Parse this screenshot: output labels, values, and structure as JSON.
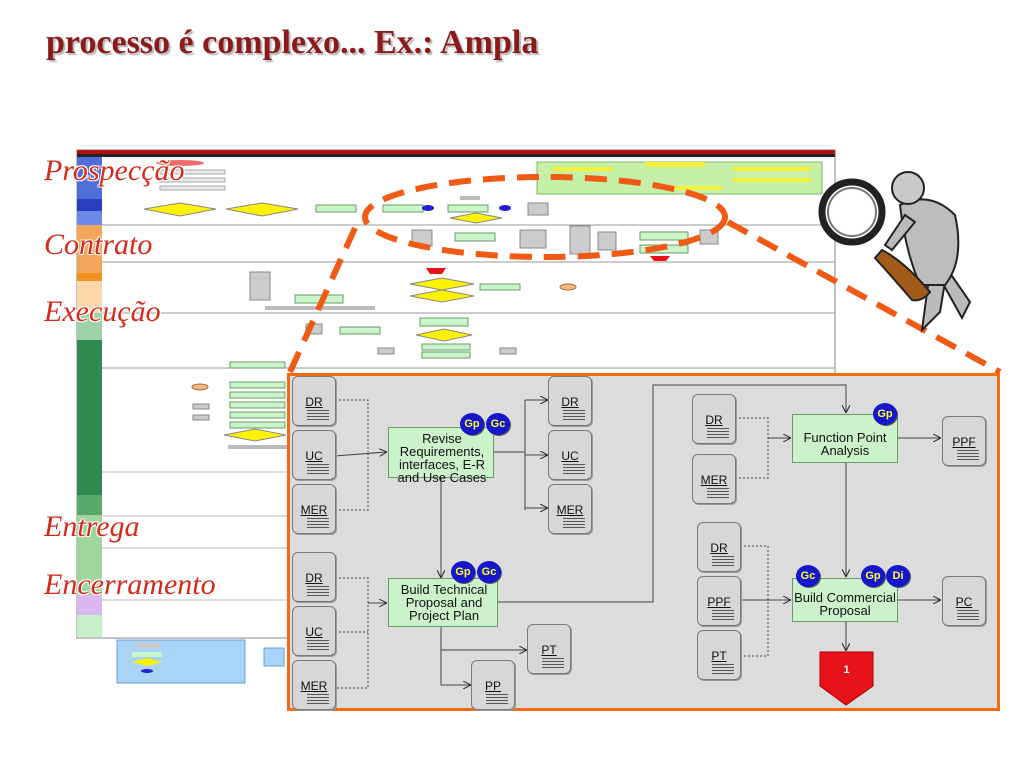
{
  "title": "processo é complexo... Ex.: Ampla",
  "phases": [
    "Prospecção",
    "Contrato",
    "Execução",
    "Entrega",
    "Encerramento"
  ],
  "detail": {
    "col1": [
      "DR",
      "UC",
      "MER"
    ],
    "col1b": [
      "DR",
      "UC",
      "MER"
    ],
    "col2": [
      "DR",
      "UC",
      "MER"
    ],
    "col3": [
      "DR",
      "MER"
    ],
    "col3b": [
      "DR",
      "PPF",
      "PT"
    ],
    "revise": "Revise Requirements, interfaces, E-R and Use Cases",
    "build_tech": "Build Technical Proposal and Project Plan",
    "fpa": "Function Point Analysis",
    "build_comm": "Build Commercial Proposal",
    "pt": "PT",
    "pp": "PP",
    "ppf": "PPF",
    "pc": "PC",
    "end_marker": "1",
    "badges": {
      "revise": [
        "Gp",
        "Gc"
      ],
      "build_tech": [
        "Gp",
        "Gc"
      ],
      "fpa": [
        "Gp"
      ],
      "build_comm": [
        "Gc",
        "Gp",
        "Di"
      ]
    }
  },
  "colors": {
    "title": "#8b1a1a",
    "phase": "#d42a1a",
    "detail_border": "#f26a11",
    "detail_bg": "#dcdcdc",
    "process_fill": "#ccf2cc",
    "badge_fill": "#1616cc",
    "badge_text": "#ffff33",
    "end_marker": "#e8121b"
  },
  "icons": [
    "magnifier-figure-icon"
  ]
}
